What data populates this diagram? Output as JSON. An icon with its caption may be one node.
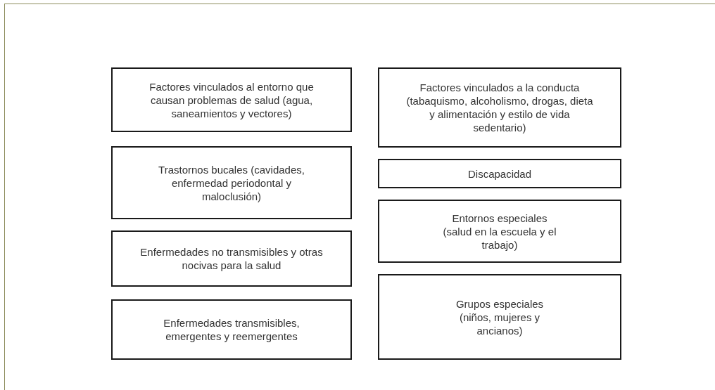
{
  "diagram": {
    "nodes": [
      {
        "text": [
          "Factores vinculados al entorno que causan problemas de salud (agua, saneamientos y vectores)"
        ]
      },
      {
        "text": [
          "Factores vinculados a la conducta (tabaquismo, alcoholismo, drogas, dieta y alimentación y estilo de vida sedentario)"
        ]
      },
      {
        "text": [
          "Trastornos bucales (cavidades, enfermedad periodontal y maloclusión)"
        ]
      },
      {
        "text": [
          "Discapacidad"
        ]
      },
      {
        "text": [
          "Entornos especiales (salud en la escuela y el trabajo)"
        ]
      },
      {
        "text": [
          "Enfermedades no transmisibles y otras nocivas para la salud"
        ]
      },
      {
        "text": [
          "Grupos especiales (niños, mujeres y ancianos)"
        ]
      },
      {
        "text": [
          "Enfermedades transmisibles, emergentes y reemergentes"
        ]
      }
    ]
  }
}
